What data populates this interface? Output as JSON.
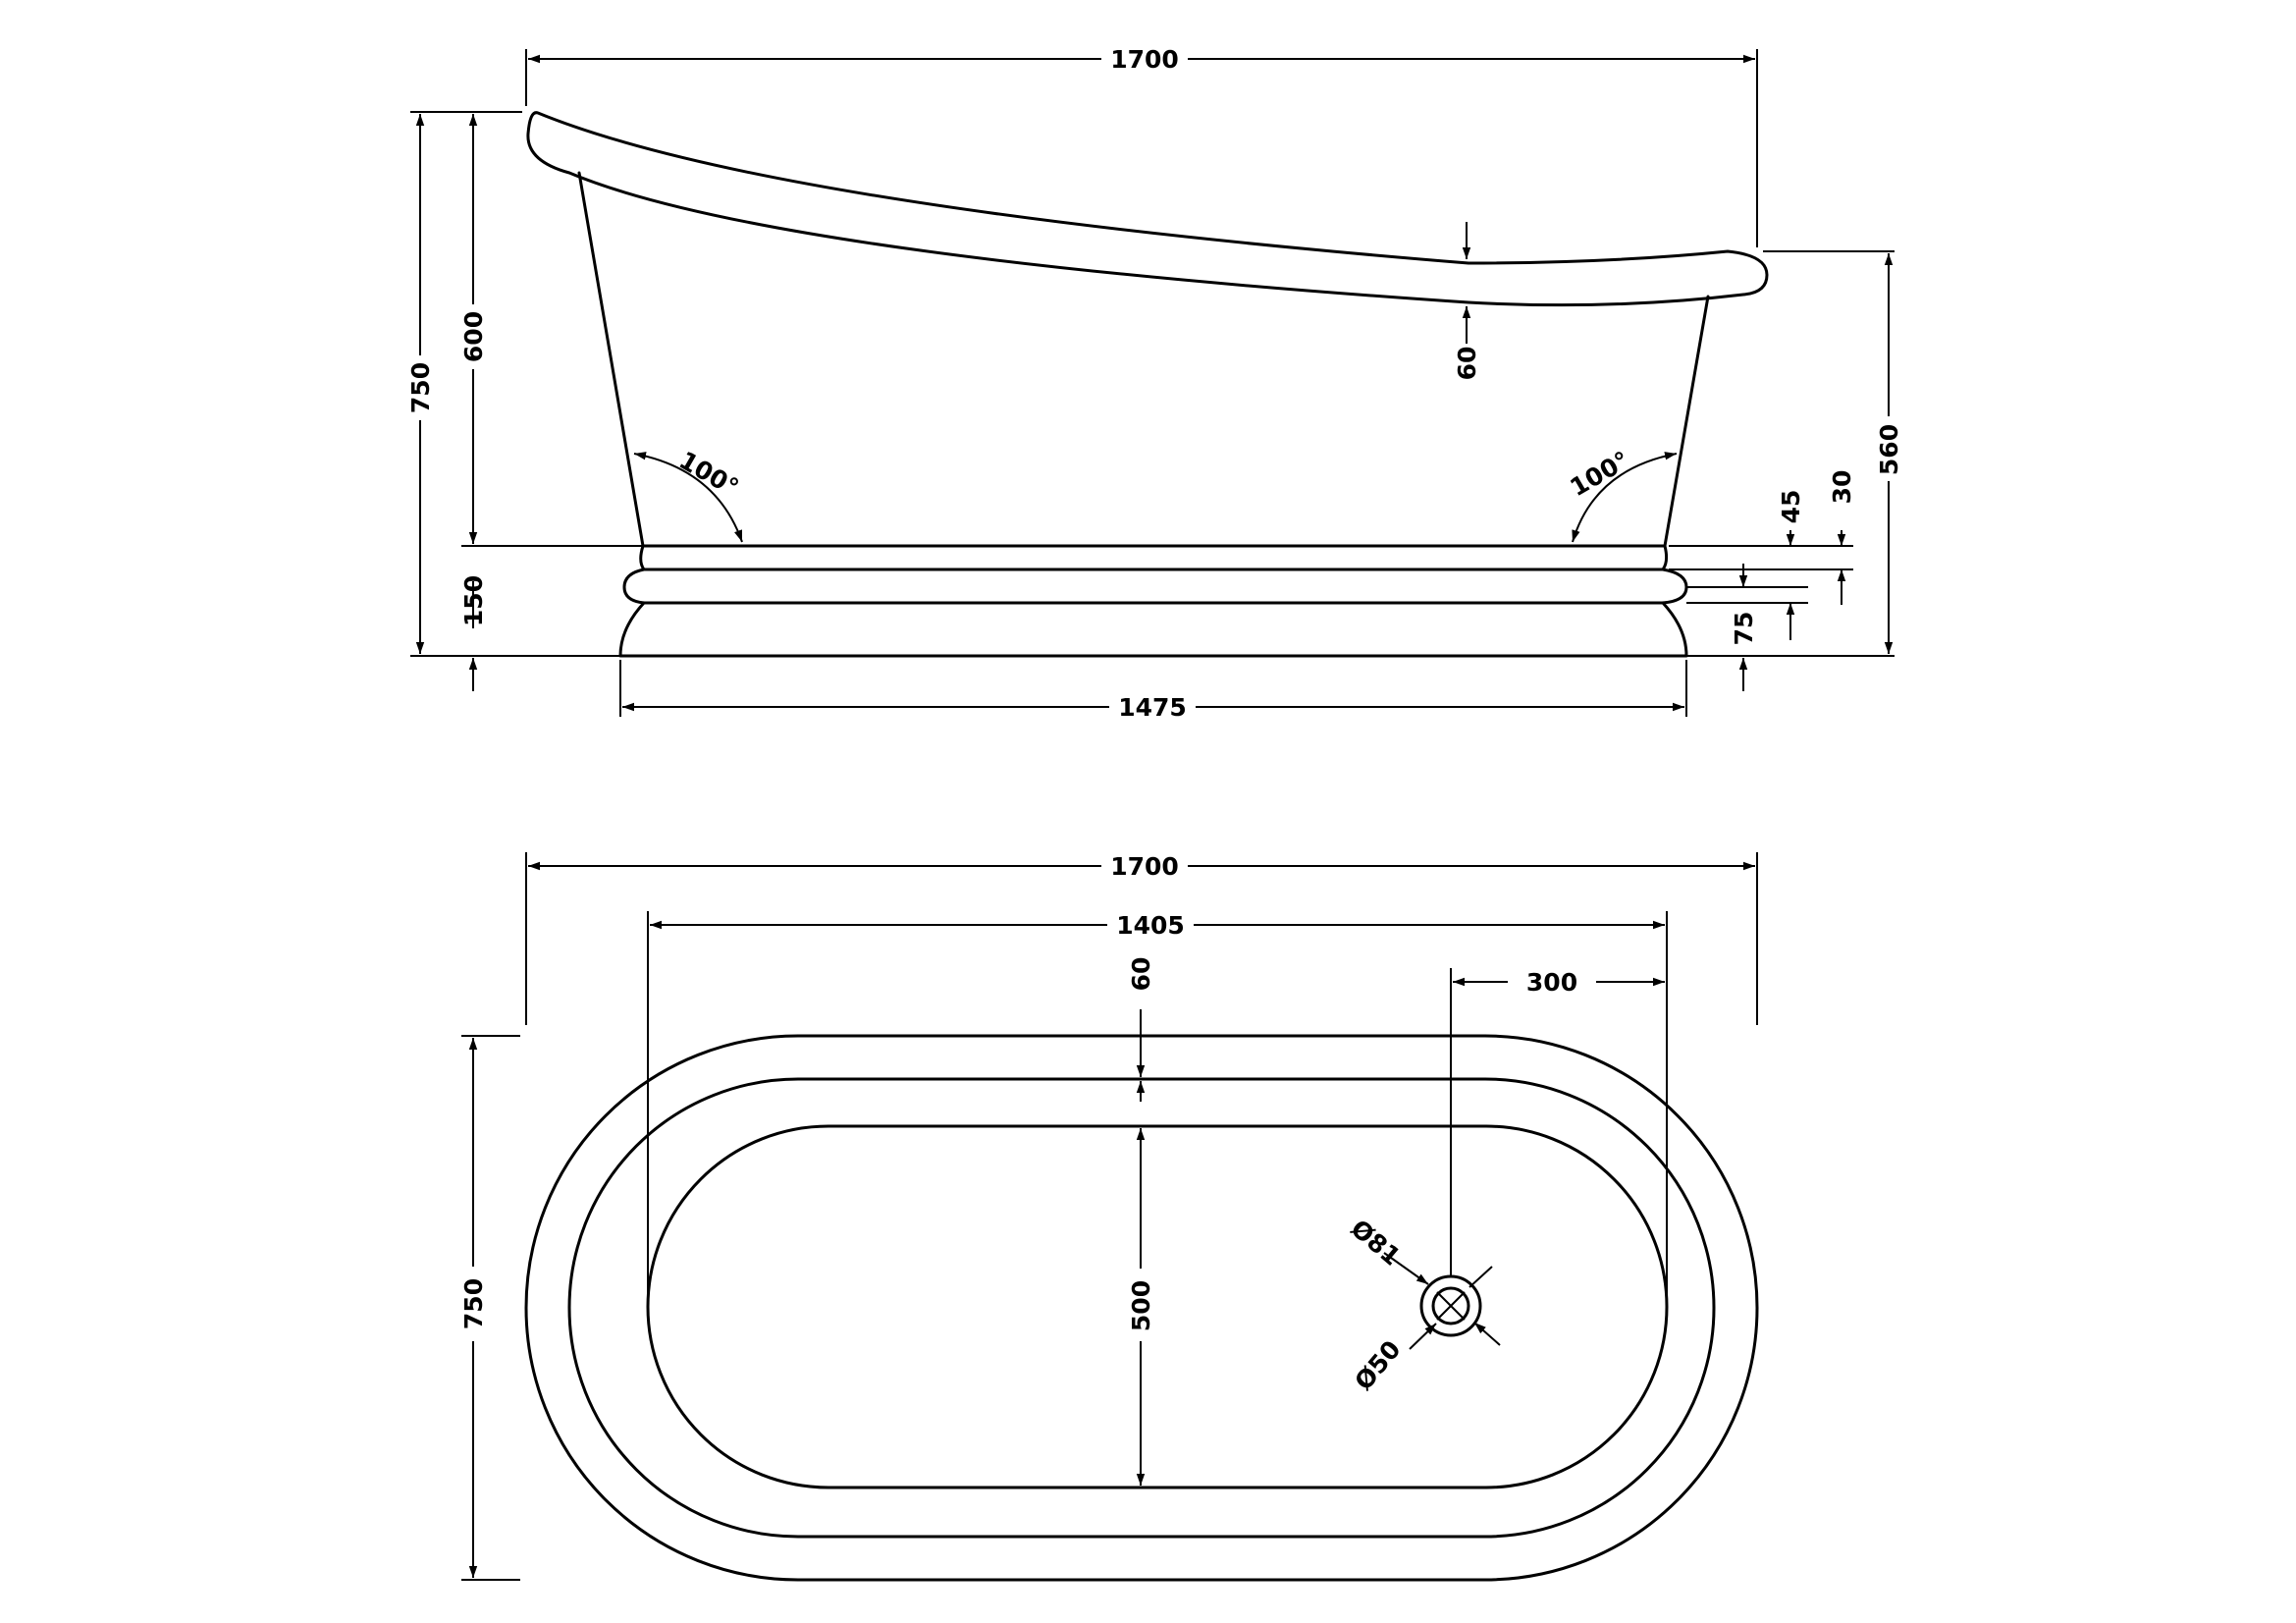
{
  "drawing": {
    "line_color": "#000000",
    "background": "#ffffff",
    "side_view": {
      "overall_length": "1700",
      "overall_height_head": "750",
      "bowl_height": "600",
      "plinth_height": "150",
      "foot_end_height": "560",
      "rim_thickness": "60",
      "angle_left": "100°",
      "angle_right": "100°",
      "dim_45": "45",
      "dim_30": "30",
      "dim_75": "75",
      "plinth_length": "1475"
    },
    "plan_view": {
      "overall_length": "1700",
      "inner_length": "1405",
      "waste_offset": "300",
      "rim_width": "60",
      "inner_width": "500",
      "overall_width": "750",
      "waste_outer_dia": "Ø81",
      "waste_inner_dia": "Ø50"
    }
  }
}
